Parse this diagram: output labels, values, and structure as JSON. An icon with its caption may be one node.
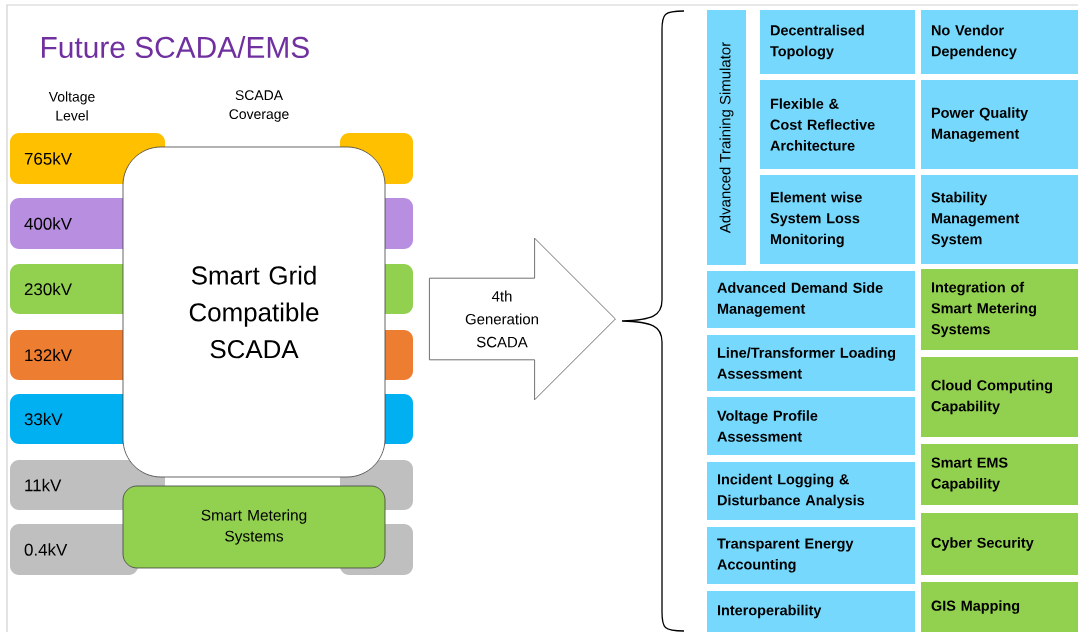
{
  "diagram": {
    "title": "Future SCADA/EMS",
    "nodes": [
      {
        "text": [
          "765kV"
        ]
      },
      {
        "text": [
          "400kV"
        ]
      },
      {
        "text": [
          "230kV"
        ]
      },
      {
        "text": [
          "132kV"
        ]
      },
      {
        "text": [
          "33kV"
        ]
      },
      {
        "text": [
          "11kV"
        ]
      },
      {
        "text": [
          "0.4kV"
        ]
      },
      {
        "text": [
          "Smart Grid Compatible SCADA"
        ]
      },
      {
        "text": [
          "Smart Metering Systems"
        ]
      },
      {
        "text": [
          "4th Generation SCADA"
        ]
      },
      {
        "text": [
          "Advanced Training Simulator"
        ]
      },
      {
        "text": [
          "Decentralised Topology"
        ]
      },
      {
        "text": [
          "No Vendor Dependency"
        ]
      },
      {
        "text": [
          "Flexible & Cost Reflective Architecture"
        ]
      },
      {
        "text": [
          "Power Quality Management"
        ]
      },
      {
        "text": [
          "Element wise System Loss Monitoring"
        ]
      },
      {
        "text": [
          "Stability Management System"
        ]
      },
      {
        "text": [
          "Advanced Demand Side Management"
        ]
      },
      {
        "text": [
          "Line/Transformer Loading Assessment"
        ]
      },
      {
        "text": [
          "Voltage Profile Assessment"
        ]
      },
      {
        "text": [
          "Incident Logging & Disturbance Analysis"
        ]
      },
      {
        "text": [
          "Transparent Energy Accounting"
        ]
      },
      {
        "text": [
          "Interoperability"
        ]
      },
      {
        "text": [
          "Integration of Smart Metering Systems"
        ]
      },
      {
        "text": [
          "Cloud Computing Capability"
        ]
      },
      {
        "text": [
          "Smart EMS Capability"
        ]
      },
      {
        "text": [
          "Cyber Security"
        ]
      },
      {
        "text": [
          "GIS Mapping"
        ]
      }
    ],
    "labels": [
      "Voltage Level",
      "SCADA Coverage"
    ]
  }
}
